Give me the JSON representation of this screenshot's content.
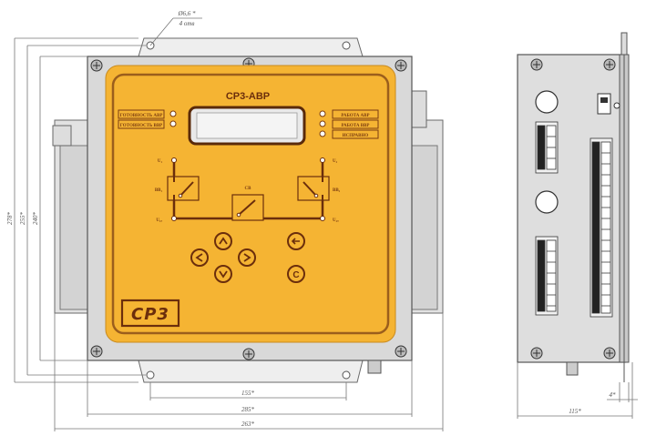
{
  "panel": {
    "title": "СР3-АВР",
    "logo": "СР3",
    "left_indicators": [
      "ГОТОВНОСТЬ АВР",
      "ГОТОВНОСТЬ ВВР"
    ],
    "right_indicators": [
      "РАБОТА АВР",
      "РАБОТА ВВР",
      "ИСПРАВНО"
    ],
    "diagram": {
      "u1": "U₁",
      "u2": "U₂",
      "vv1": "ВВ₁",
      "vv2": "ВВ₂",
      "sv": "СВ",
      "u1out": "U₁ₐ",
      "u2out": "U₂ₐ"
    },
    "buttons": [
      "up",
      "left",
      "right",
      "down",
      "escape",
      "clear"
    ],
    "clear_label": "C"
  },
  "dimensions": {
    "top_note": "Ø6,6 *\n4 отв.",
    "top_note_line1": "Ø6,6 *",
    "top_note_line2": "4 отв",
    "vertical_outer": "278*",
    "vertical_mid": "255*",
    "vertical_inner": "240*",
    "bottom_inner": "155*",
    "bottom_mid": "285*",
    "bottom_outer": "263*",
    "side_width": "115*",
    "side_small": "4*"
  },
  "colors": {
    "panel_orange": "#f5b433",
    "panel_border": "#9b5e1c",
    "frame_gray": "#d6d6d6",
    "line_gray": "#6a6a6a"
  }
}
